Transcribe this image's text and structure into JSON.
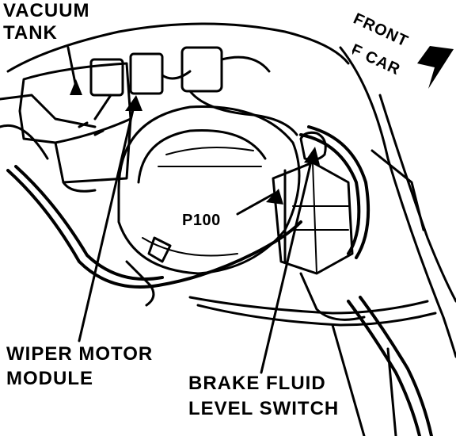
{
  "labels": {
    "vacuum_tank_line1": "VACUUM",
    "vacuum_tank_line2": "TANK",
    "front_of_car_line1": "FRONT",
    "front_of_car_line2": "OF CAR",
    "connector": "P100",
    "wiper_motor_line1": "WIPER MOTOR",
    "wiper_motor_line2": "MODULE",
    "brake_fluid_line1": "BRAKE FLUID",
    "brake_fluid_line2": "LEVEL SWITCH"
  },
  "colors": {
    "ink": "#000000",
    "paper": "#ffffff"
  }
}
